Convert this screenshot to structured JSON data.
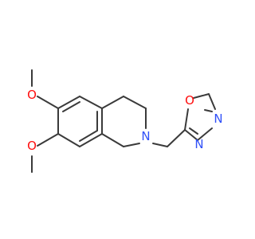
{
  "molecule": {
    "atoms": {
      "o_methoxy_upper": {
        "symbol": "O",
        "color": "#ff0d0d"
      },
      "o_methoxy_lower": {
        "symbol": "O",
        "color": "#ff0d0d"
      },
      "n_ring": {
        "symbol": "N",
        "color": "#3050f8"
      },
      "o_oxadiazole": {
        "symbol": "O",
        "color": "#ff0d0d"
      },
      "n_oxadiazole_upper": {
        "symbol": "N",
        "color": "#3050f8"
      },
      "n_oxadiazole_lower": {
        "symbol": "N",
        "color": "#3050f8"
      }
    },
    "bond_color": "#3a3a3a"
  }
}
